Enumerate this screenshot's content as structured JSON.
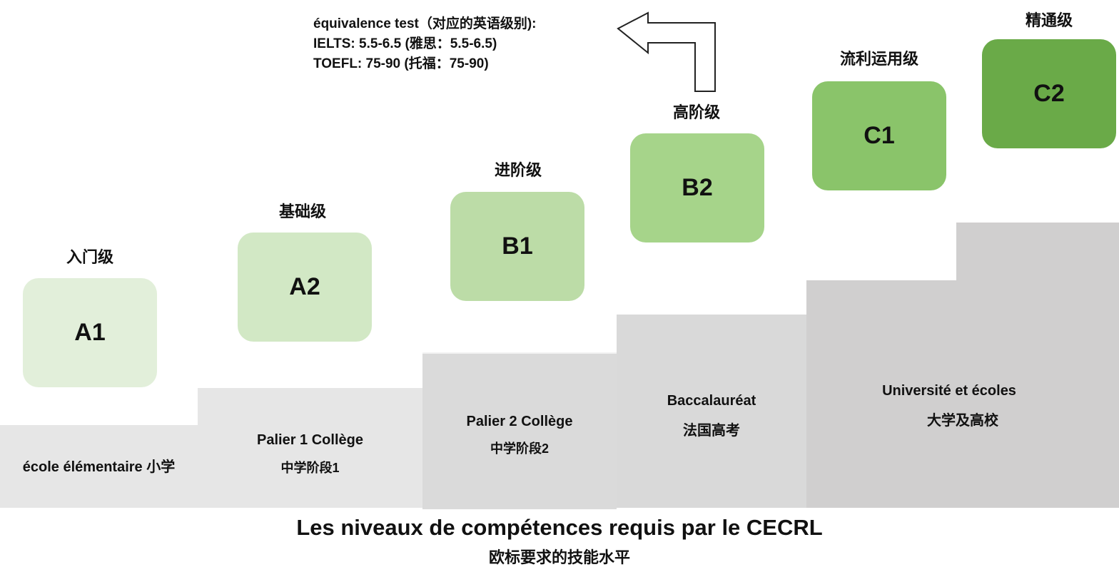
{
  "equivalence": {
    "heading": "équivalence test（对应的英语级别):",
    "ielts": "IELTS: 5.5-6.5 (雅思：5.5-6.5)",
    "toefl": "TOEFL: 75-90 (托福：75-90)"
  },
  "levels": [
    {
      "code": "A1",
      "name": "入门级",
      "color": "#e2efda"
    },
    {
      "code": "A2",
      "name": "基础级",
      "color": "#d2e8c5"
    },
    {
      "code": "B1",
      "name": "进阶级",
      "color": "#bcdca7"
    },
    {
      "code": "B2",
      "name": "高阶级",
      "color": "#a6d48a"
    },
    {
      "code": "C1",
      "name": "流利运用级",
      "color": "#8ac46a"
    },
    {
      "code": "C2",
      "name": "精通级",
      "color": "#6aaa48"
    }
  ],
  "stairs": [
    {
      "line1": "école élémentaire 小学",
      "line2": "",
      "color": "#e6e6e6"
    },
    {
      "line1": "Palier 1 Collège",
      "line2": "中学阶段1",
      "color": "#e6e6e6"
    },
    {
      "line1": "Palier 2 Collège",
      "line2": "中学阶段2",
      "color": "#dadada"
    },
    {
      "line1": "Baccalauréat",
      "line2": "法国高考",
      "color": "#d9d9d9"
    },
    {
      "line1": "Université et écoles",
      "line2": "大学及高校",
      "color": "#d0cfcf"
    }
  ],
  "title": {
    "main": "Les niveaux de compétences requis par le CECRL",
    "sub": "欧标要求的技能水平"
  }
}
